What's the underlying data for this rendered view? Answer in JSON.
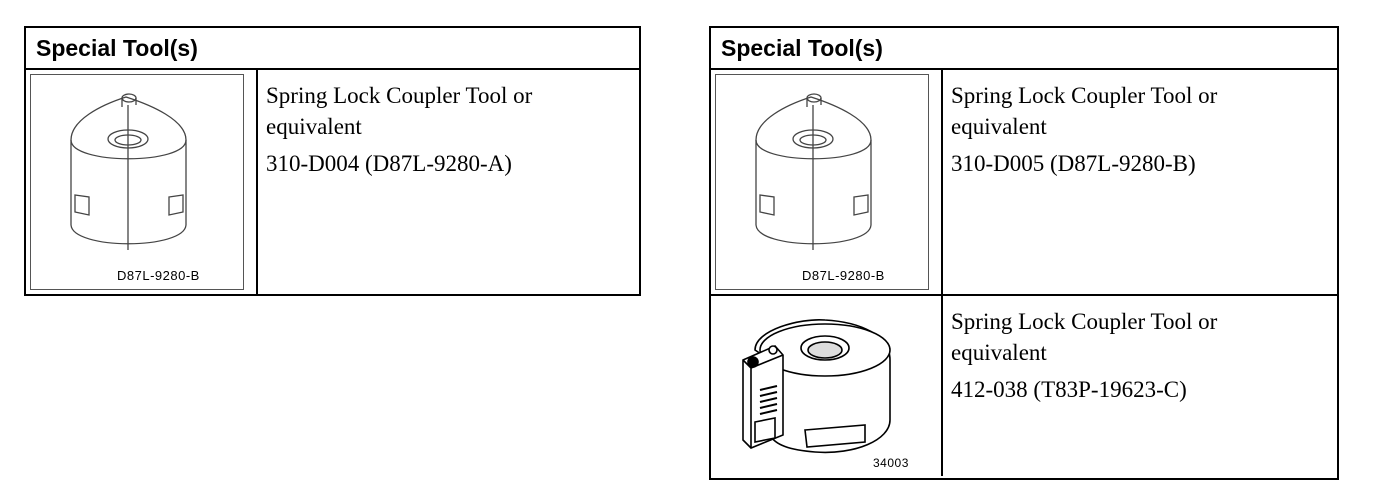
{
  "left_table": {
    "header": "Special Tool(s)",
    "rows": [
      {
        "illustration_label": "D87L-9280-B",
        "description_line1": "Spring Lock Coupler Tool or",
        "description_line2": "equivalent",
        "part_number": "310-D004 (D87L-9280-A)"
      }
    ]
  },
  "right_table": {
    "header": "Special Tool(s)",
    "rows": [
      {
        "illustration_label": "D87L-9280-B",
        "description_line1": "Spring Lock Coupler Tool or",
        "description_line2": "equivalent",
        "part_number": "310-D005 (D87L-9280-B)"
      },
      {
        "illustration_label": "34003",
        "description_line1": "Spring Lock Coupler Tool or",
        "description_line2": "equivalent",
        "part_number": "412-038 (T83P-19623-C)"
      }
    ]
  }
}
